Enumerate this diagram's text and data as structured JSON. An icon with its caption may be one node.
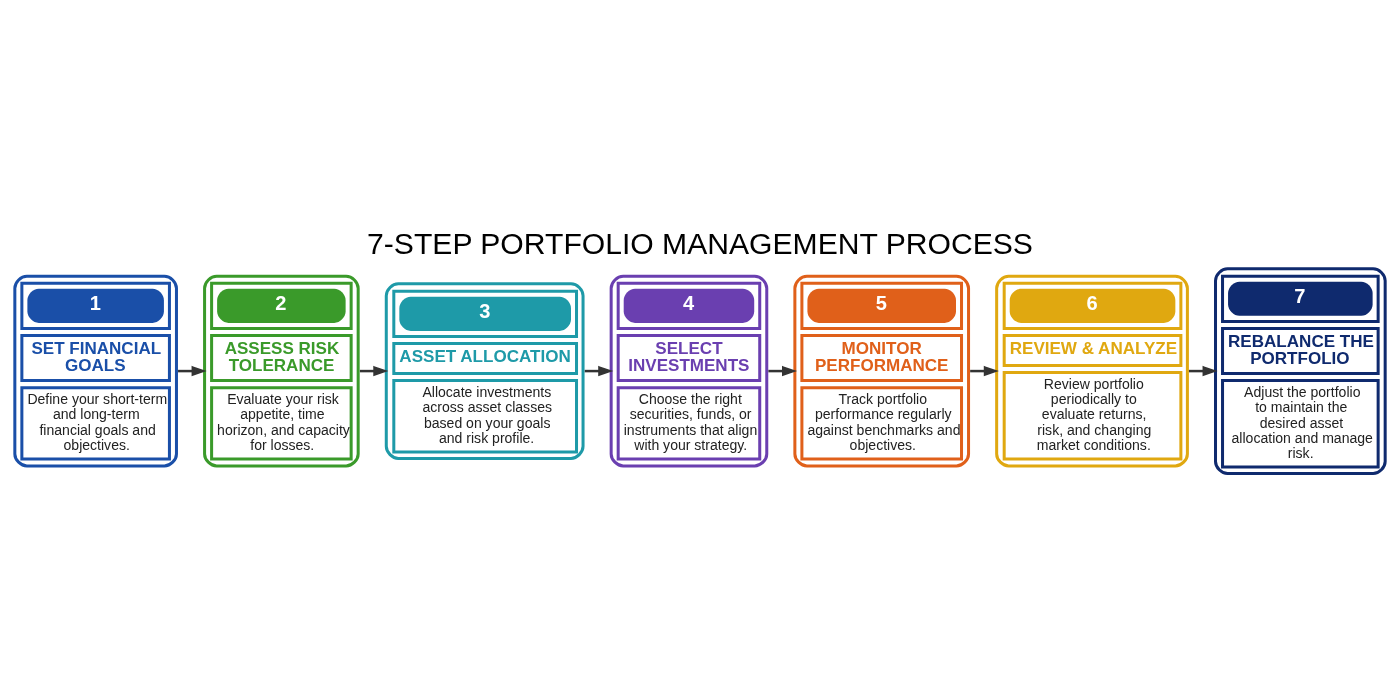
{
  "diagram": {
    "title": "7-STEP PORTFOLIO MANAGEMENT PROCESS",
    "nodes": [
      {
        "text": [
          "1",
          "SET FINANCIAL GOALS",
          "Define your short-term and long-term financial goals and objectives."
        ]
      },
      {
        "text": [
          "2",
          "ASSESS RISK TOLERANCE",
          "Evaluate your risk appetite, time horizon, and capacity for losses."
        ]
      },
      {
        "text": [
          "3",
          "ASSET ALLOCATION",
          "Allocate investments across asset classes based on your goals and risk profile."
        ]
      },
      {
        "text": [
          "4",
          "SELECT INVESTMENTS",
          "Choose the right securities, funds, or instruments that align with your strategy."
        ]
      },
      {
        "text": [
          "5",
          "MONITOR PERFORMANCE",
          "Track portfolio performance regularly against benchmarks and objectives."
        ]
      },
      {
        "text": [
          "6",
          "REVIEW & ANALYZE",
          "Review portfolio periodically to evaluate returns, risk, and changing market conditions."
        ]
      },
      {
        "text": [
          "7",
          "REBALANCE THE PORTFOLIO",
          "Adjust the portfolio to maintain the desired asset allocation and manage risk."
        ]
      }
    ],
    "edges": [
      {
        "from": 0,
        "to": 1,
        "arrow": "to"
      },
      {
        "from": 1,
        "to": 2,
        "arrow": "to"
      },
      {
        "from": 2,
        "to": 3,
        "arrow": "to"
      },
      {
        "from": 3,
        "to": 4,
        "arrow": "to"
      },
      {
        "from": 4,
        "to": 5,
        "arrow": "to"
      },
      {
        "from": 5,
        "to": 6,
        "arrow": "to"
      }
    ]
  }
}
